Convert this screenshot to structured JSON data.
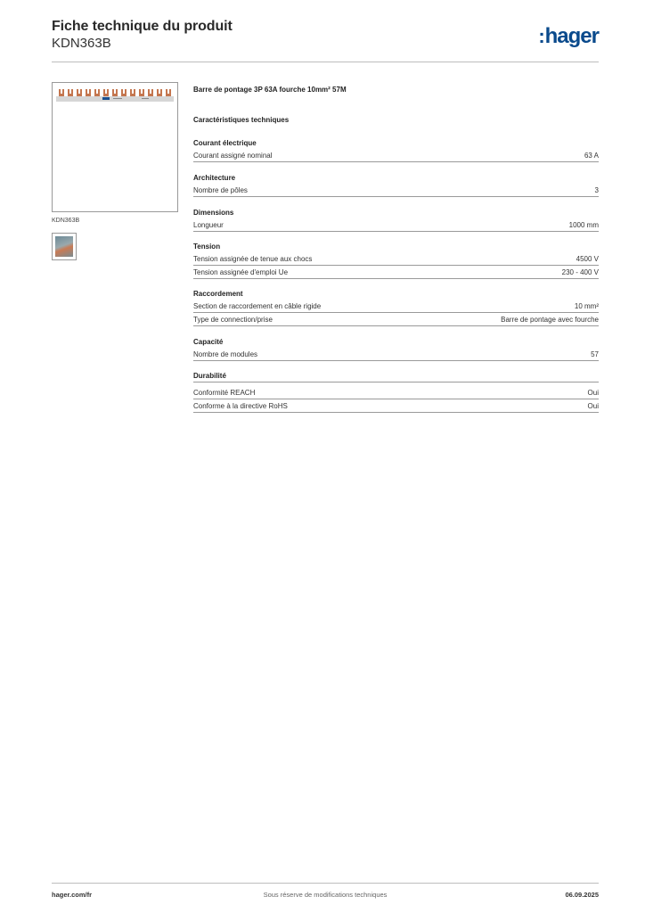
{
  "header": {
    "title": "Fiche technique du produit",
    "reference": "KDN363B",
    "logo_dots": ":",
    "logo_text": "hager"
  },
  "sidebar": {
    "image_icon": "busbar-comb-image",
    "caption": "KDN363B",
    "thumbnail_icon": "product-photo-thumbnail"
  },
  "product": {
    "name": "Barre de pontage 3P 63A fourche 10mm²  57M",
    "section_title": "Caractéristiques techniques"
  },
  "groups": [
    {
      "title": "Courant électrique",
      "rows": [
        {
          "label": "Courant assigné nominal",
          "value": "63 A"
        }
      ]
    },
    {
      "title": "Architecture",
      "rows": [
        {
          "label": "Nombre de pôles",
          "value": "3"
        }
      ]
    },
    {
      "title": "Dimensions",
      "rows": [
        {
          "label": "Longueur",
          "value": "1000 mm"
        }
      ]
    },
    {
      "title": "Tension",
      "rows": [
        {
          "label": "Tension assignée de tenue aux chocs",
          "value": "4500 V"
        },
        {
          "label": "Tension assignée d'emploi Ue",
          "value": "230 - 400 V"
        }
      ]
    },
    {
      "title": "Raccordement",
      "rows": [
        {
          "label": "Section de raccordement en câble rigide",
          "value": "10 mm²"
        },
        {
          "label": "Type de connection/prise",
          "value": "Barre de pontage avec fourche"
        }
      ]
    },
    {
      "title": "Capacité",
      "rows": [
        {
          "label": "Nombre de modules",
          "value": "57"
        }
      ]
    },
    {
      "title": "Durabilité",
      "rows": [
        {
          "label": "Conformité REACH",
          "value": "Oui"
        },
        {
          "label": "Conforme à la directive RoHS",
          "value": "Oui"
        }
      ]
    }
  ],
  "footer": {
    "site": "hager.com/fr",
    "notice": "Sous réserve de modifications techniques",
    "date": "06.09.2025"
  },
  "colors": {
    "brand": "#0a4a8c",
    "rule": "#9a9a9a",
    "copper": "#c4764f"
  }
}
